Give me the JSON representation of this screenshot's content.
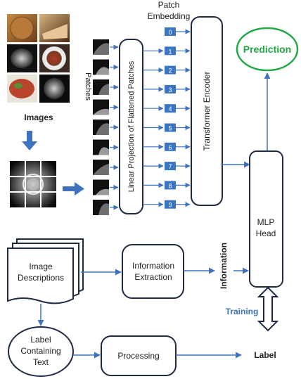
{
  "labels": {
    "patch_embedding_line1": "Patch",
    "patch_embedding_line2": "Embedding",
    "prediction": "Prediction",
    "patches": "Patches",
    "images": "Images",
    "linear_projection": "Linear Projection of Flattened Patches",
    "transformer_encoder": "Transformer Encoder",
    "mlp_head_line1": "MLP",
    "mlp_head_line2": "Head",
    "image_descriptions_line1": "Image",
    "image_descriptions_line2": "Descriptions",
    "information_extraction_line1": "Information",
    "information_extraction_line2": "Extraction",
    "information": "Information",
    "training": "Training",
    "label_containing_line1": "Label",
    "label_containing_line2": "Containing",
    "label_containing_line3": "Text",
    "processing": "Processing",
    "label": "Label"
  },
  "embedding_indices": [
    "0",
    "1",
    "2",
    "3",
    "4",
    "5",
    "6",
    "7",
    "8",
    "9"
  ],
  "colors": {
    "box_stroke": "#1f2a44",
    "arrow_blue": "#3f73c0",
    "prediction_green": "#22a845",
    "embedding_fill": "#3a74c5",
    "training_blue": "#3f73c0"
  }
}
